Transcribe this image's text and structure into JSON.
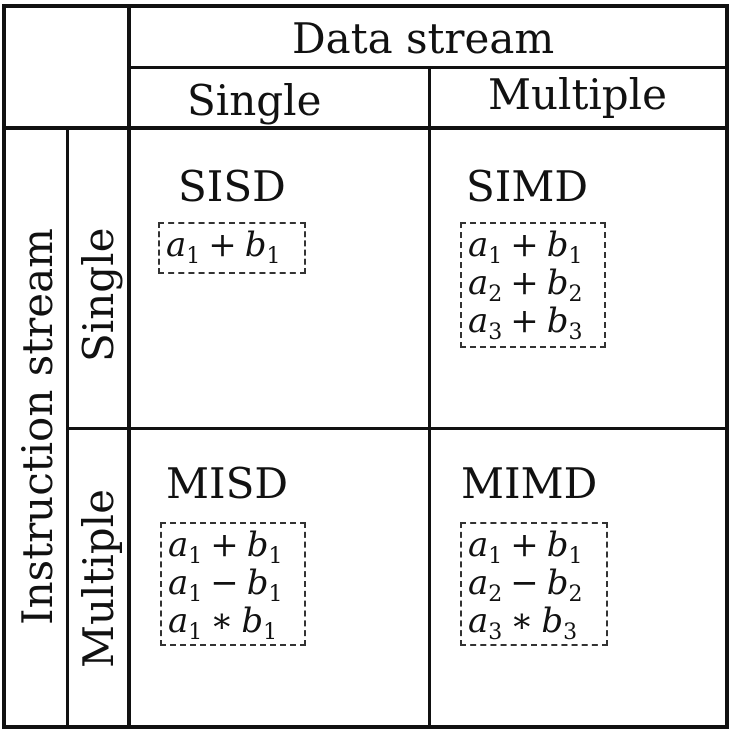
{
  "header": {
    "data_stream": "Data stream",
    "single": "Single",
    "multiple": "Multiple"
  },
  "side": {
    "instruction_stream": "Instruction stream",
    "single": "Single",
    "multiple": "Multiple"
  },
  "cells": {
    "sisd": {
      "title": "SISD",
      "ops": [
        {
          "a": "a",
          "ai": "1",
          "op": "+",
          "b": "b",
          "bi": "1"
        }
      ]
    },
    "simd": {
      "title": "SIMD",
      "ops": [
        {
          "a": "a",
          "ai": "1",
          "op": "+",
          "b": "b",
          "bi": "1"
        },
        {
          "a": "a",
          "ai": "2",
          "op": "+",
          "b": "b",
          "bi": "2"
        },
        {
          "a": "a",
          "ai": "3",
          "op": "+",
          "b": "b",
          "bi": "3"
        }
      ]
    },
    "misd": {
      "title": "MISD",
      "ops": [
        {
          "a": "a",
          "ai": "1",
          "op": "+",
          "b": "b",
          "bi": "1"
        },
        {
          "a": "a",
          "ai": "1",
          "op": "−",
          "b": "b",
          "bi": "1"
        },
        {
          "a": "a",
          "ai": "1",
          "op": "∗",
          "b": "b",
          "bi": "1"
        }
      ]
    },
    "mimd": {
      "title": "MIMD",
      "ops": [
        {
          "a": "a",
          "ai": "1",
          "op": "+",
          "b": "b",
          "bi": "1"
        },
        {
          "a": "a",
          "ai": "2",
          "op": "−",
          "b": "b",
          "bi": "2"
        },
        {
          "a": "a",
          "ai": "3",
          "op": "∗",
          "b": "b",
          "bi": "3"
        }
      ]
    }
  }
}
